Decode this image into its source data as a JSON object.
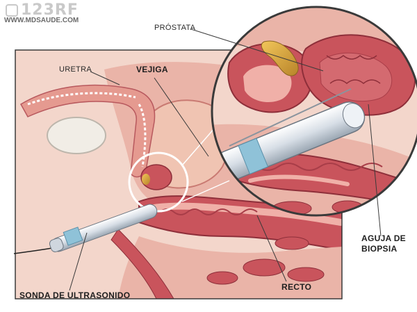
{
  "watermark": {
    "brand": "123RF",
    "site": "WWW.MDSAUDE.COM"
  },
  "labels": {
    "uretra": "URETRA",
    "vejiga": "VEJIGA",
    "prostata": "PRÓSTATA",
    "aguja_line1": "AGUJA DE",
    "aguja_line2": "BIOPSIA",
    "recto": "RECTO",
    "sonda": "SONDA DE ULTRASONIDO"
  },
  "colors": {
    "skin_bg": "#f5e2d8",
    "tissue": "#e9a39a",
    "muscle": "#c9545c",
    "deep": "#a83d48",
    "bone": "#f1ede6",
    "gland": "#d4a13a",
    "probe": "#dfe6ee",
    "probe_band": "#8fc2d8",
    "outline": "#3a3a3a"
  }
}
